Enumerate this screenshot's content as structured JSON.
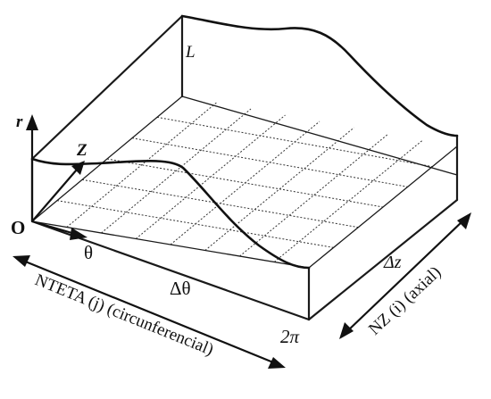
{
  "diagram": {
    "labels": {
      "r": "r",
      "z": "Z",
      "origin": "O",
      "theta": "θ",
      "length": "L",
      "delta_theta": "Δθ",
      "delta_z": "Δz",
      "two_pi": "2π",
      "circumferential": "NTETA (j) (circunferencial)",
      "axial": "NZ (i) (axial)"
    },
    "grid": {
      "theta_divisions": 8,
      "z_divisions": 6
    },
    "colors": {
      "line": "#111111",
      "background": "#ffffff"
    }
  }
}
